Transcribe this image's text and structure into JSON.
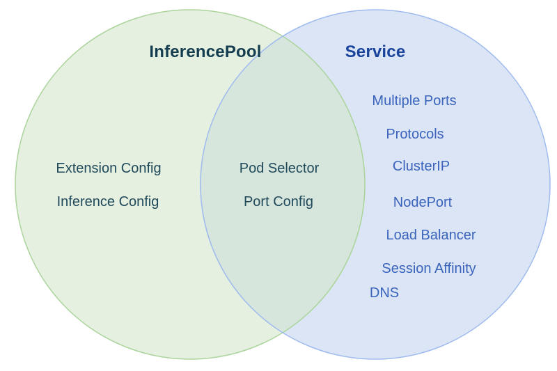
{
  "diagram": {
    "type": "venn",
    "left": {
      "title": "InferencePool",
      "items": [
        "Extension Config",
        "Inference Config"
      ]
    },
    "overlap": {
      "items": [
        "Pod Selector",
        "Port Config"
      ]
    },
    "right": {
      "title": "Service",
      "items": [
        "Multiple Ports",
        "Protocols",
        "ClusterIP",
        "NodePort",
        "Load Balancer",
        "Session Affinity",
        "DNS"
      ]
    },
    "colors": {
      "left_fill": "#e6f0e1",
      "left_stroke": "#abd49c",
      "right_fill": "#dbe5f6",
      "right_stroke": "#9fbbee",
      "overlap_fill": "#d7e6dd",
      "left_title_text": "#143e4f",
      "left_item_text": "#204a5a",
      "right_title_text": "#1a449c",
      "right_item_text": "#3a63bb"
    }
  }
}
